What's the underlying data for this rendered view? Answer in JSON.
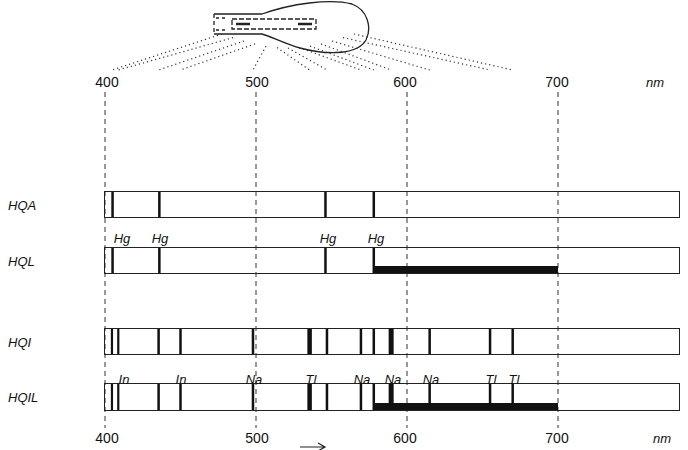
{
  "diagram": {
    "nodes": [
      {
        "text": [
          "HQA"
        ]
      },
      {
        "text": [
          "HQL"
        ]
      },
      {
        "text": [
          "HQI"
        ]
      },
      {
        "text": [
          "HQIL"
        ]
      }
    ],
    "labels": [
      "400",
      "500",
      "600",
      "700",
      "nm",
      "Hg",
      "Hg",
      "Hg",
      "Hg",
      "In",
      "In",
      "Na",
      "Tl",
      "Na",
      "Na",
      "Na",
      "Tl",
      "Tl",
      "400",
      "500",
      "600",
      "700",
      "nm"
    ]
  }
}
